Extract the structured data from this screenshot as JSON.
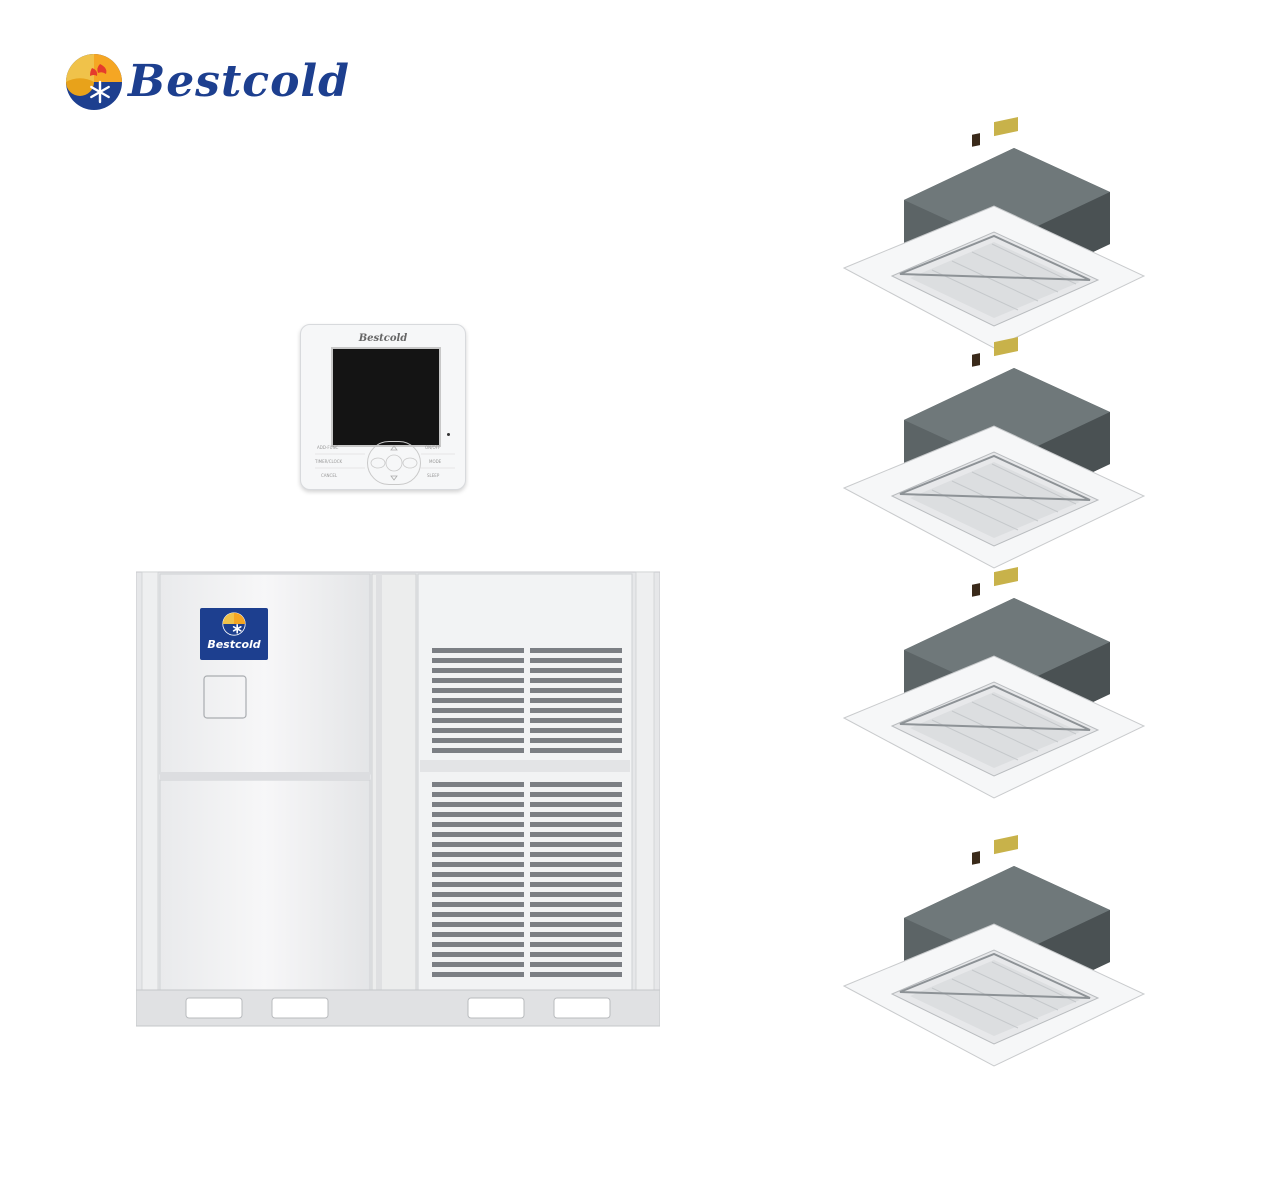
{
  "brand": {
    "name": "Bestcold",
    "colors": {
      "navy": "#1d3f8f",
      "orange": "#f5a623",
      "pipe": "#f6b47a"
    }
  },
  "controller": {
    "brand": "Bestcold",
    "keys": [
      "ADD-FUNC",
      "ON/OFF",
      "TIMER/CLOCK",
      "MODE",
      "CANCEL",
      "SLEEP"
    ]
  },
  "outdoor_unit": {
    "badge": "Bestcold"
  },
  "diagram": {
    "indoor_unit_count": 4,
    "icons": [
      "brand-logo-icon",
      "snowflake-icon",
      "flame-icon"
    ]
  }
}
